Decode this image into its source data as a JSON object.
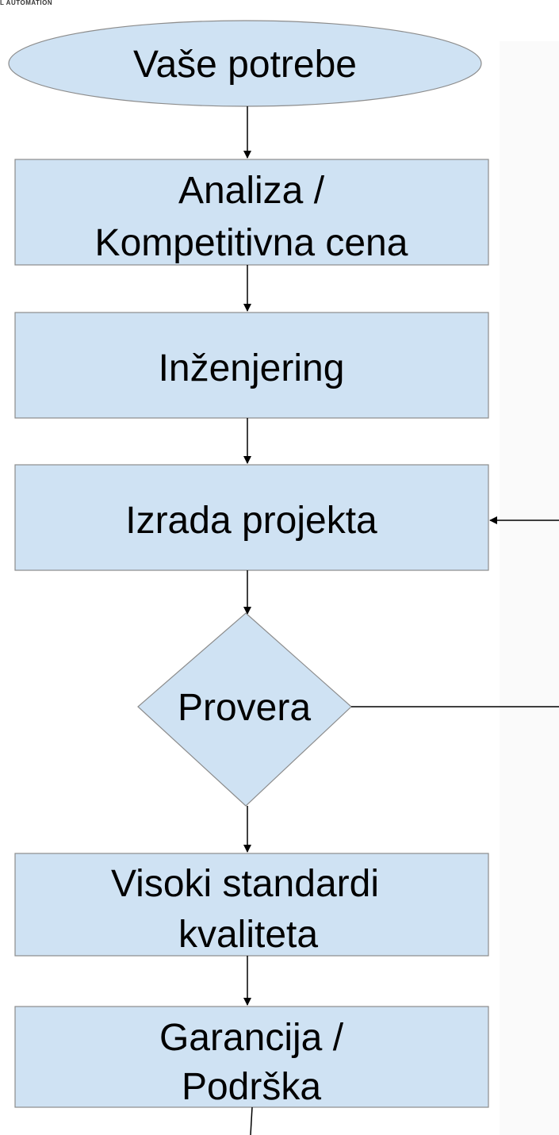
{
  "logo": {
    "text": "L AUTOMATION"
  },
  "colors": {
    "fill": "#cfe2f3",
    "stroke": "#8c8c8c",
    "line": "#000000"
  },
  "flowchart": {
    "start": {
      "label": "Vaše potrebe"
    },
    "analysis": {
      "line1": "Analiza /",
      "line2": "Kompetitivna cena"
    },
    "engineering": {
      "label": "Inženjering"
    },
    "project": {
      "label": "Izrada projekta"
    },
    "check": {
      "label": "Provera"
    },
    "quality": {
      "line1": "Visoki standardi",
      "line2": "kvaliteta"
    },
    "support": {
      "line1": "Garancija /",
      "line2": "Podrška"
    }
  }
}
